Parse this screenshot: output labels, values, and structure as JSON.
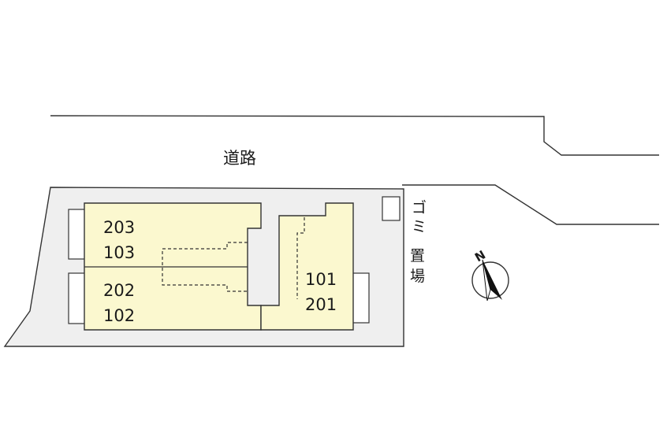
{
  "road": {
    "label": "道路"
  },
  "units": {
    "u203": "203",
    "u103": "103",
    "u202": "202",
    "u102": "102",
    "u101": "101",
    "u201": "201"
  },
  "garbage": {
    "chars": [
      "ゴ",
      "ミ",
      "置",
      "場"
    ]
  },
  "compass": {
    "label": "N"
  },
  "colors": {
    "site": "#efefef",
    "building": "#fbf8cf",
    "line": "#333333"
  }
}
